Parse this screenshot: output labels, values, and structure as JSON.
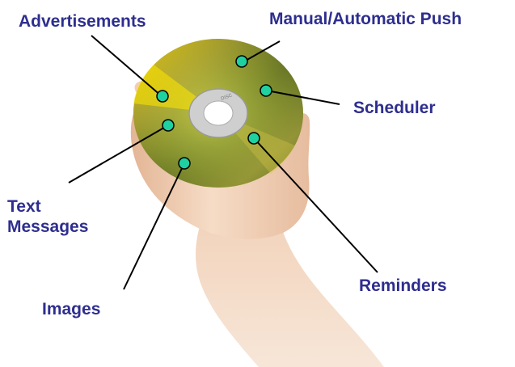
{
  "labels": {
    "advertisements": "Advertisements",
    "manual_push": "Manual/Automatic Push",
    "scheduler": "Scheduler",
    "text_line1": "Text",
    "text_line2": "Messages",
    "images": "Images",
    "reminders": "Reminders"
  },
  "colors": {
    "label_text": "#2e2e8f",
    "marker_fill": "#1fd1a0",
    "leader_line": "#000000",
    "skin": "#f2d1b6"
  },
  "disc_imprint": "DISC"
}
